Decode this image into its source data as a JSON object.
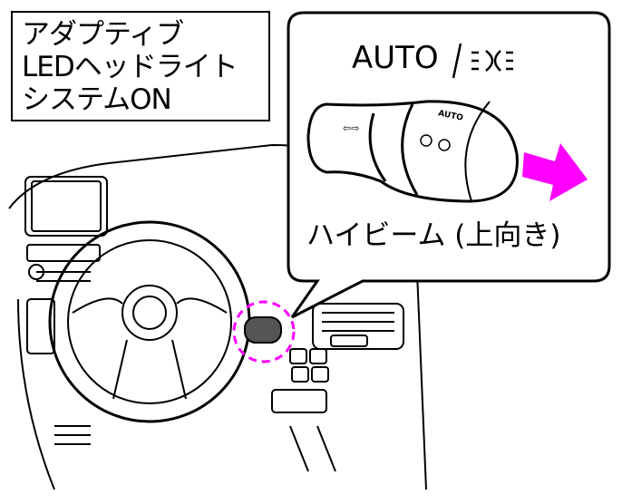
{
  "title": {
    "lines": [
      "アダプティブ",
      "LEDヘッドライト",
      "システムON"
    ]
  },
  "callout": {
    "switch_label": "AUTO",
    "lever_label": "AUTO",
    "caption": "ハイビーム (上向き)"
  },
  "colors": {
    "highlight": "#ff00ff",
    "line": "#000000"
  },
  "icons": [
    "headlight-icon",
    "arrow-right-icon",
    "dashed-circle-highlight"
  ]
}
